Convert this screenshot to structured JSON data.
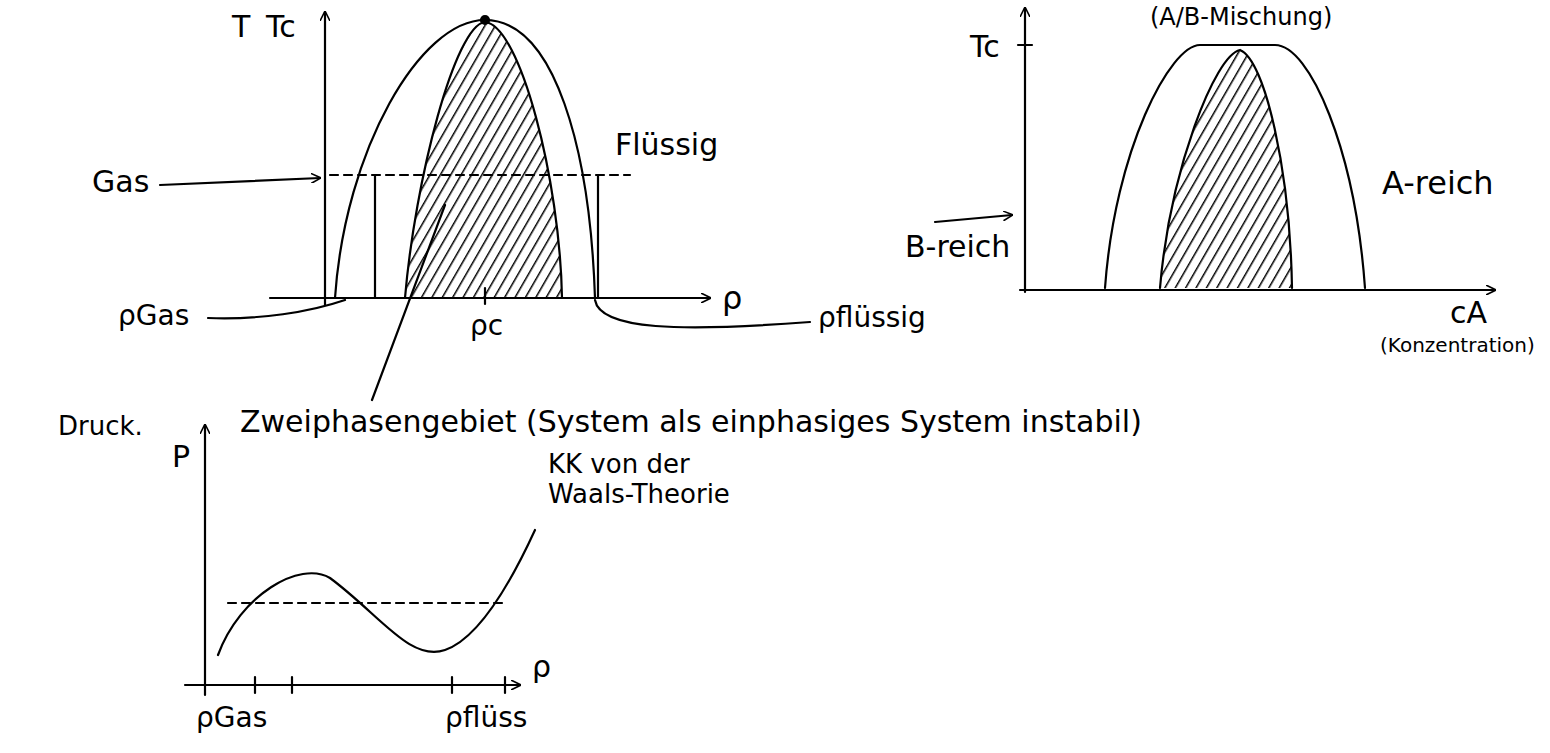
{
  "diagram": {
    "labels": [
      "T",
      "Tc",
      "Gas",
      "Flüssig",
      "ρGas",
      "ρc",
      "ρ",
      "ρflüssig",
      "(A/B-Mischung)",
      "Tc",
      "B-reich",
      "A-reich",
      "cA",
      "(Konzentration)",
      "Druck.",
      "P",
      "Zweiphasengebiet (System als einphasiges System instabil)",
      "KK von der Waals-Theorie",
      "ρGas",
      "ρflüss",
      "ρ"
    ]
  }
}
